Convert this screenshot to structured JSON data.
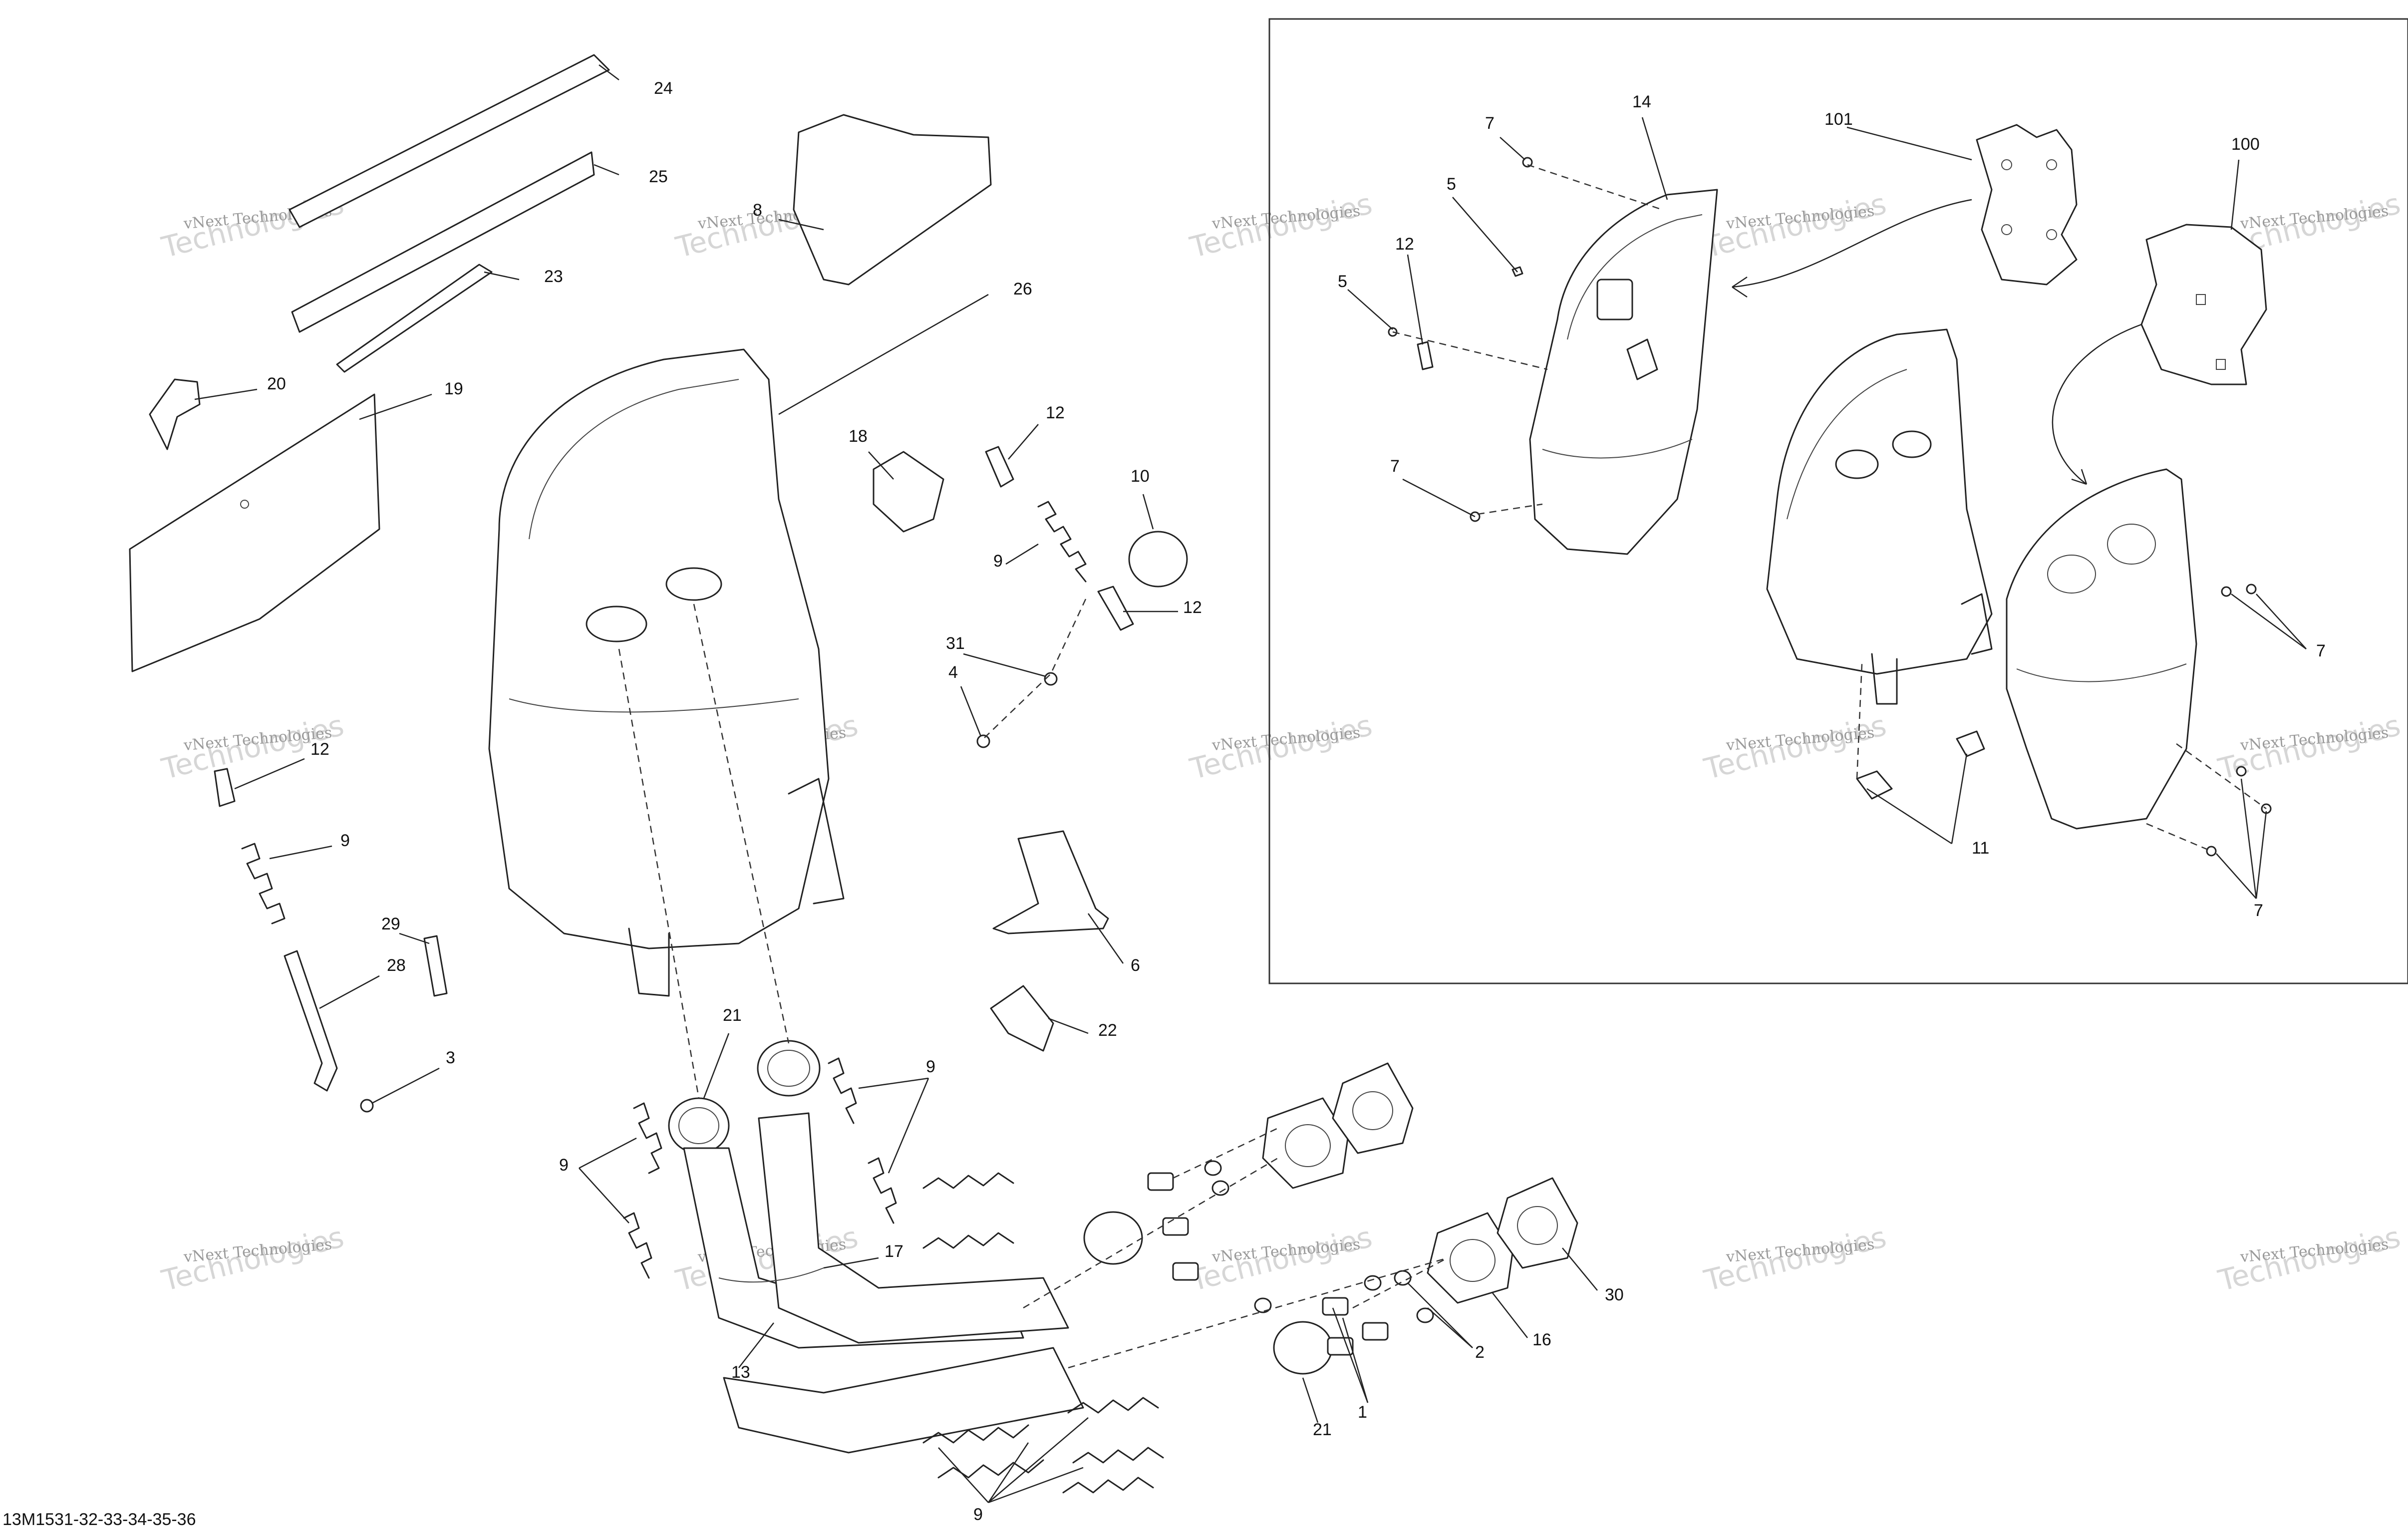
{
  "diagram": {
    "code": "13M1531-32-33-34-35-36",
    "watermark": {
      "small": "vNext Technologies",
      "large": "Technologies"
    },
    "callouts": [
      "24",
      "25",
      "23",
      "8",
      "26",
      "20",
      "19",
      "18",
      "12",
      "10",
      "9",
      "12",
      "31",
      "4",
      "12",
      "9",
      "29",
      "28",
      "3",
      "6",
      "22",
      "21",
      "9",
      "9",
      "17",
      "13",
      "21",
      "1",
      "2",
      "16",
      "30",
      "9",
      "7",
      "14",
      "101",
      "100",
      "5",
      "12",
      "5",
      "7",
      "7",
      "11",
      "7"
    ]
  },
  "colors": {
    "line": "#222222",
    "watermark_small": "#9a9a9a",
    "watermark_large": "#d6d6d6",
    "background": "#ffffff"
  }
}
